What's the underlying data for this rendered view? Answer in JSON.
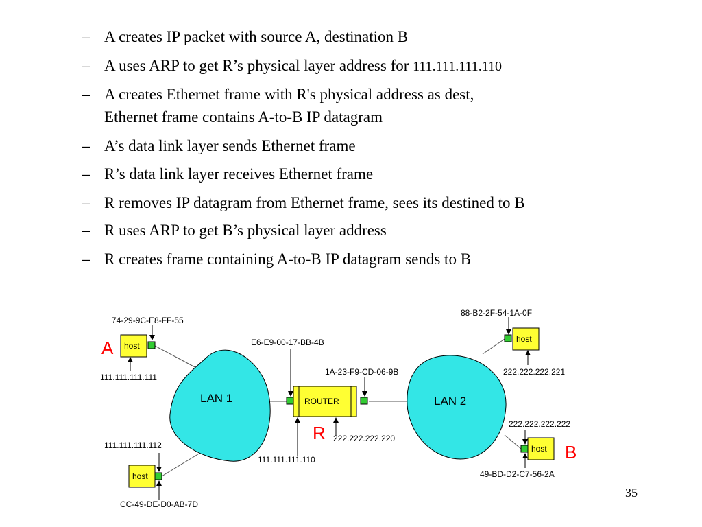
{
  "bullets": [
    {
      "dash": "–",
      "text": "A creates IP packet with source A, destination B"
    },
    {
      "dash": "–",
      "text": "A uses ARP to get R’s physical layer address for ",
      "suffix": "111.111.111.110"
    },
    {
      "dash": "–",
      "text": "A creates Ethernet frame with R's physical address as dest,",
      "text2": "Ethernet frame contains A-to-B IP datagram"
    },
    {
      "dash": "–",
      "text": "A’s data link layer sends Ethernet frame"
    },
    {
      "dash": "–",
      "text": "R’s data link layer receives Ethernet frame"
    },
    {
      "dash": "–",
      "text": "R removes IP datagram from Ethernet frame, sees its destined to B"
    },
    {
      "dash": "–",
      "text": "R uses ARP to get B’s physical layer address"
    },
    {
      "dash": "–",
      "text": "R creates frame containing A-to-B IP datagram sends to B"
    }
  ],
  "diagram": {
    "lan1_label": "LAN 1",
    "lan2_label": "LAN 2",
    "router_label": "ROUTER",
    "host_label": "host",
    "node_letters": {
      "a": "A",
      "r": "R",
      "b": "B"
    },
    "addresses": {
      "host_a_mac": "74-29-9C-E8-FF-55",
      "host_a_ip": "111.111.111.111",
      "router_lan1_mac": "E6-E9-00-17-BB-4B",
      "router_lan1_ip": "111.111.111.110",
      "router_lan2_mac": "1A-23-F9-CD-06-9B",
      "router_lan2_ip": "222.222.222.220",
      "host_lan1_lower_ip": "111.111.111.112",
      "host_lan1_lower_mac": "CC-49-DE-D0-AB-7D",
      "host_lan2_upper_mac": "88-B2-2F-54-1A-0F",
      "host_lan2_upper_ip": "222.222.222.221",
      "host_b_ip": "222.222.222.222",
      "host_b_mac": "49-BD-D2-C7-56-2A"
    },
    "colors": {
      "lan_fill": "#33e6e6",
      "host_fill": "#ffff33",
      "interface_fill": "#33cc33",
      "letter_color": "#ff0000"
    }
  },
  "page_number": "35"
}
